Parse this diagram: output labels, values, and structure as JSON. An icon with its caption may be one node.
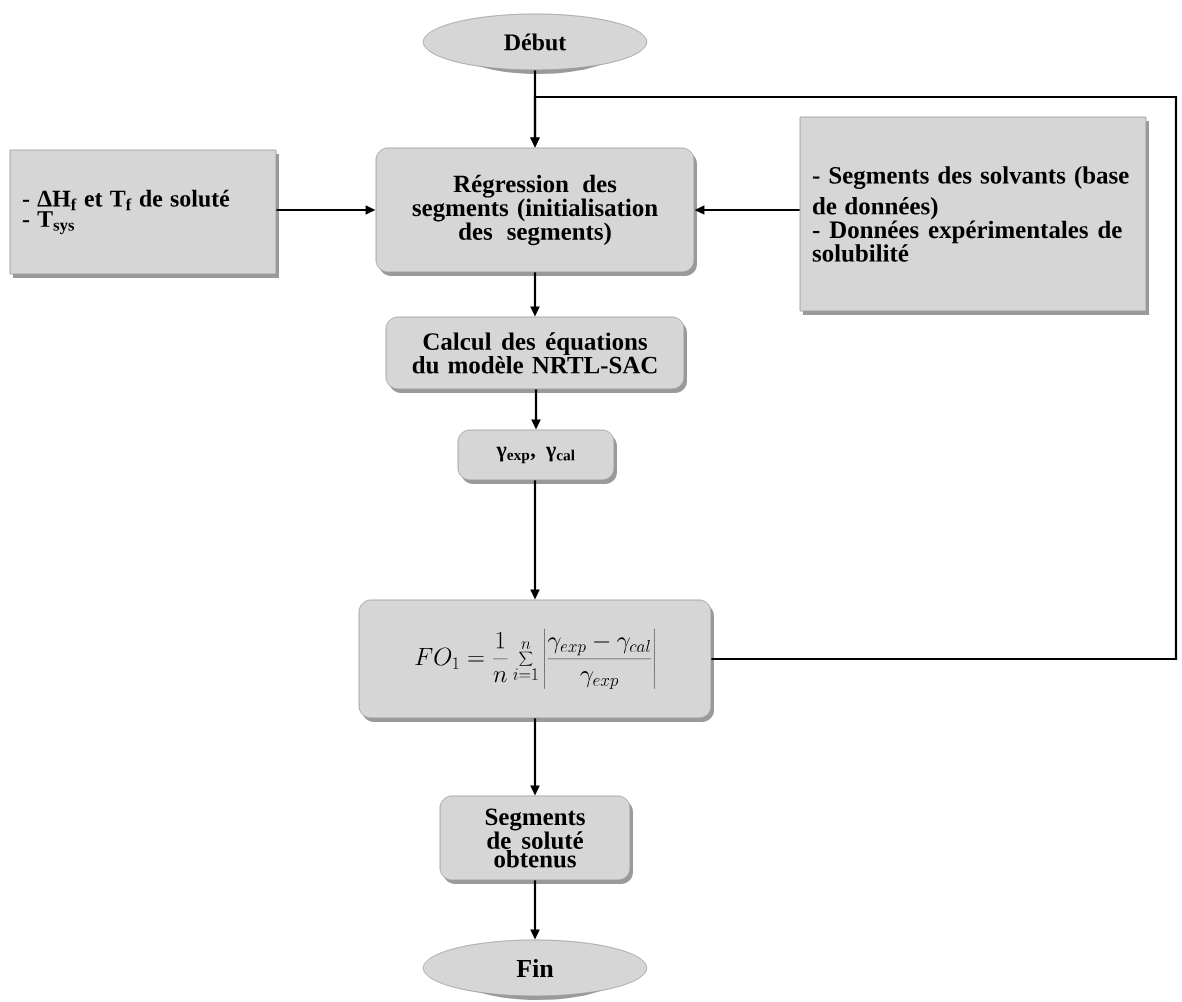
{
  "diagram": {
    "nodes": [
      {
        "text": [
          "Début"
        ]
      },
      {
        "text": [
          "- ΔH$_{f}$ et T$_{f}$ de soluté",
          "- T$_{sys}$"
        ]
      },
      {
        "text": [
          "Régression des segments (initialisation des segments)"
        ]
      },
      {
        "text": [
          "- Segments des solvants (base de données)",
          "- Données expérimentales de solubilité"
        ]
      },
      {
        "text": [
          "Calcul des équations du modèle NRTL-SAC"
        ]
      },
      {
        "text": [
          "γ$_{exp}$, γ$_{cal}$"
        ]
      },
      {
        "text": [
          "FO_1=\\frac{1}{n}\\sum_{i=1}^{n}\\left|\\frac{\\gamma_{exp}-\\gamma_{cal}}{\\gamma_{exp}}\\right|"
        ]
      },
      {
        "text": [
          "Segments de soluté obtenus"
        ]
      },
      {
        "text": [
          "Fin"
        ]
      }
    ],
    "edges": [
      {
        "from": 0,
        "to": 2,
        "arrow": "to"
      },
      {
        "from": 1,
        "to": 2,
        "arrow": "to"
      },
      {
        "from": 3,
        "to": 2,
        "arrow": "to"
      },
      {
        "from": 2,
        "to": 4,
        "arrow": "to"
      },
      {
        "from": 4,
        "to": 5,
        "arrow": "to"
      },
      {
        "from": 5,
        "to": 6,
        "arrow": "to"
      },
      {
        "from": 6,
        "to": 2,
        "arrow": "to"
      },
      {
        "from": 6,
        "to": 7,
        "arrow": "to"
      },
      {
        "from": 7,
        "to": 8,
        "arrow": "to"
      }
    ]
  }
}
